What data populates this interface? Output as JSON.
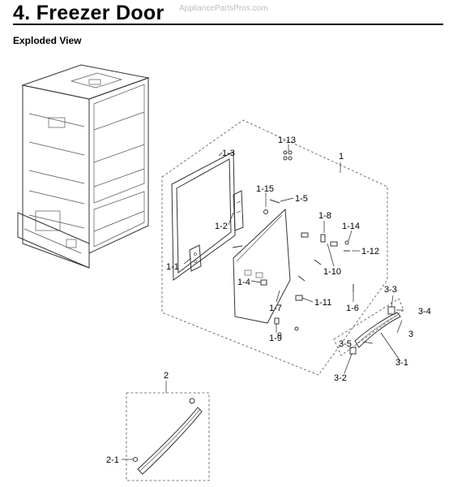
{
  "header": {
    "title": "4. Freezer Door",
    "watermark": "AppliancePartsPros.com"
  },
  "section": {
    "subtitle": "Exploded View"
  },
  "callouts": {
    "c1": "1",
    "c1_1": "1-1",
    "c1_2": "1-2",
    "c1_3": "1-3",
    "c1_4": "1-4",
    "c1_5": "1-5",
    "c1_6": "1-6",
    "c1_7": "1-7",
    "c1_8": "1-8",
    "c1_9": "1-9",
    "c1_10": "1-10",
    "c1_11": "1-11",
    "c1_12": "1-12",
    "c1_13": "1-13",
    "c1_14": "1-14",
    "c1_15": "1-15",
    "c2": "2",
    "c2_1": "2-1",
    "c3": "3",
    "c3_1": "3-1",
    "c3_2": "3-2",
    "c3_3": "3-3",
    "c3_4": "3-4",
    "c3_5": "3-5"
  }
}
